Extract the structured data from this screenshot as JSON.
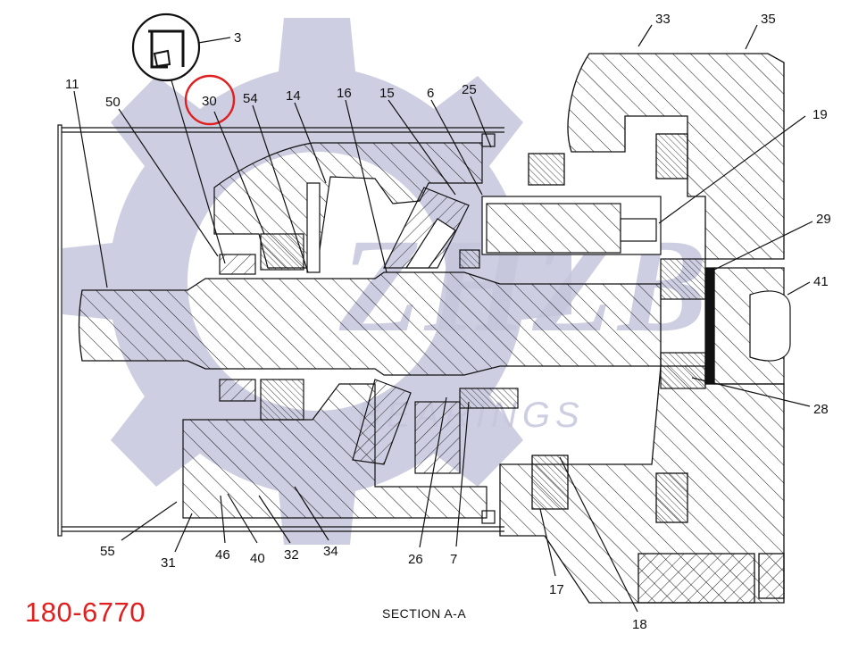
{
  "part_number": "180-6770",
  "section_title": "SECTION A-A",
  "watermark": {
    "brand": "ZHZB",
    "subtitle": "BEARINGS"
  },
  "highlighted_callout": "30",
  "callouts": [
    "3",
    "33",
    "35",
    "11",
    "50",
    "30",
    "54",
    "14",
    "16",
    "15",
    "6",
    "25",
    "19",
    "29",
    "41",
    "28",
    "55",
    "31",
    "46",
    "40",
    "32",
    "34",
    "26",
    "7",
    "17",
    "18"
  ],
  "colors": {
    "line": "#111111",
    "highlight": "#e02020",
    "watermark": "#c5c6dd",
    "background": "#ffffff"
  }
}
